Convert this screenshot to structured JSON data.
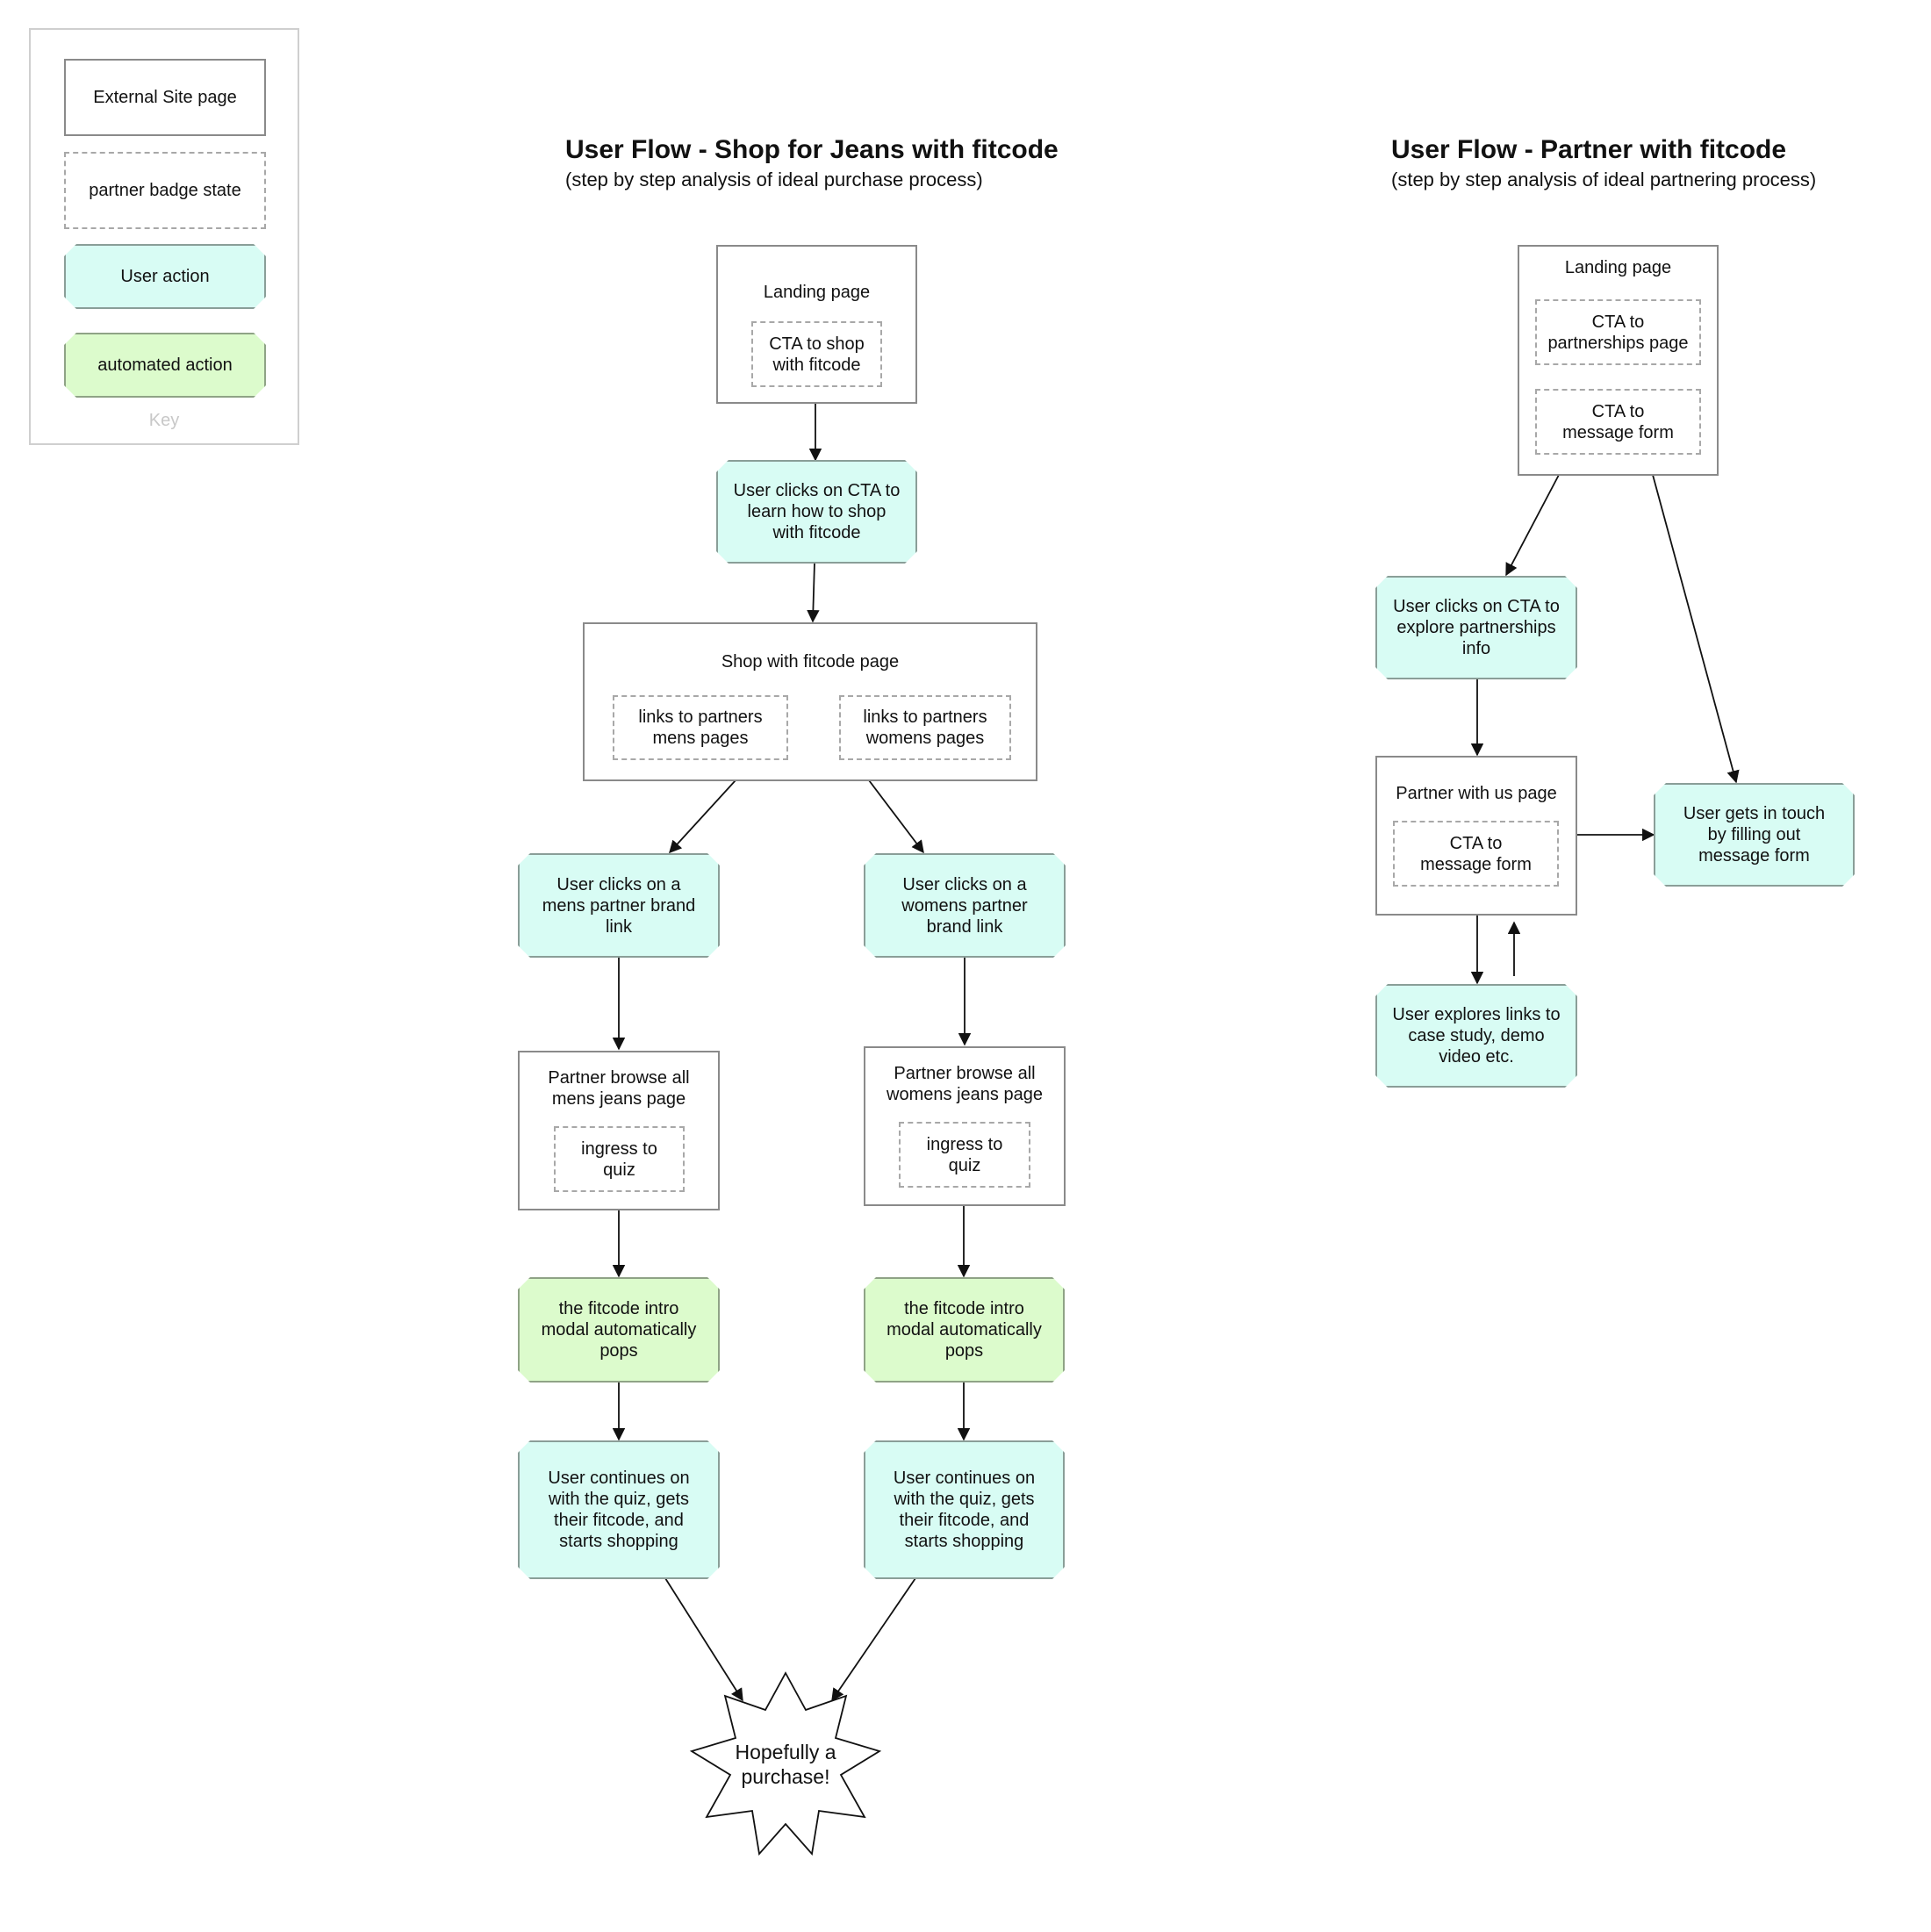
{
  "key": {
    "caption": "Key",
    "external_site_page": "External Site page",
    "partner_badge_state": "partner badge state",
    "user_action": "User action",
    "automated_action": "automated action"
  },
  "shop_flow": {
    "title": "User Flow - Shop for Jeans with fitcode",
    "subtitle": "(step by step analysis of ideal purchase process)",
    "landing_page": "Landing page",
    "cta_shop": "CTA to shop\nwith fitcode",
    "click_cta_learn": "User clicks on CTA to\nlearn how to shop\nwith fitcode",
    "shop_page": "Shop with fitcode page",
    "links_mens": "links to partners\nmens pages",
    "links_womens": "links to partners\nwomens pages",
    "click_mens_brand": "User clicks on a\nmens partner brand\nlink",
    "click_womens_brand": "User clicks on a\nwomens partner\nbrand link",
    "browse_mens": "Partner browse all\nmens jeans page",
    "browse_womens": "Partner browse all\nwomens jeans page",
    "ingress_quiz_mens": "ingress to\nquiz",
    "ingress_quiz_womens": "ingress to\nquiz",
    "modal_mens": "the fitcode intro\nmodal automatically\npops",
    "modal_womens": "the fitcode intro\nmodal automatically\npops",
    "continue_mens": "User continues on\nwith the quiz, gets\ntheir fitcode, and\nstarts shopping",
    "continue_womens": "User continues on\nwith the quiz, gets\ntheir fitcode, and\nstarts shopping",
    "purchase": "Hopefully a\npurchase!"
  },
  "partner_flow": {
    "title": "User Flow - Partner with fitcode",
    "subtitle": "(step by step analysis of ideal partnering process)",
    "landing_page": "Landing page",
    "cta_partnerships": "CTA to\npartnerships page",
    "cta_message_form": "CTA to\nmessage form",
    "click_explore": "User clicks on CTA to\nexplore partnerships\ninfo",
    "partner_page": "Partner with us page",
    "partner_cta_message": "CTA to\nmessage form",
    "explore_links": "User explores links to\ncase study, demo\nvideo etc.",
    "get_in_touch": "User gets in touch\nby filling out\nmessage form"
  }
}
